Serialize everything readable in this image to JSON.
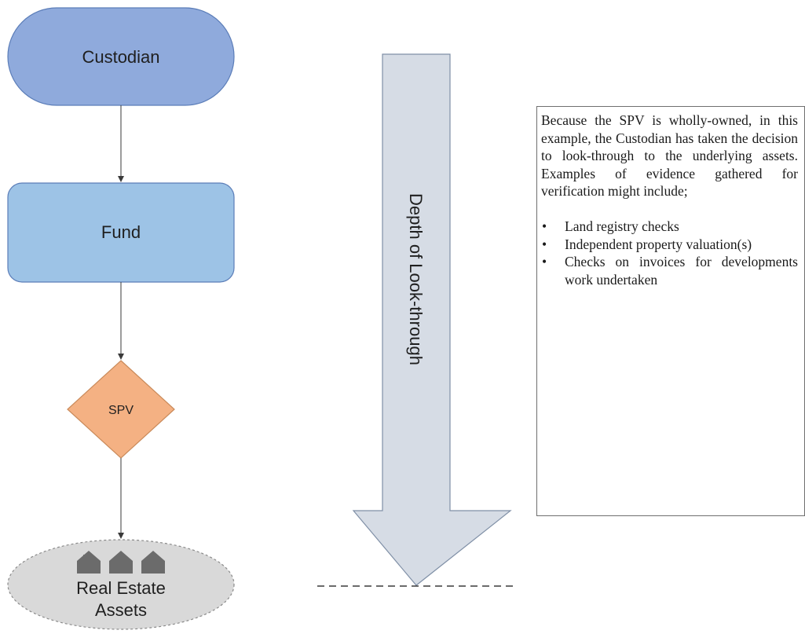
{
  "nodes": {
    "custodian": "Custodian",
    "fund": "Fund",
    "spv": "SPV",
    "assets_line1": "Real Estate",
    "assets_line2": "Assets"
  },
  "arrow_label": "Depth of Look-through",
  "note": {
    "paragraph": "Because the SPV is wholly-owned, in this example, the Custodian has taken the decision to look-through to the underlying assets. Examples of evidence gathered for verification might include;",
    "bullets": [
      "Land registry checks",
      "Independent property valuation(s)",
      "Checks on invoices for developments work undertaken"
    ]
  },
  "icons": [
    "house-icon",
    "house-icon",
    "house-icon"
  ],
  "colors": {
    "custodian_fill": "#8FAADC",
    "fund_fill": "#9DC3E6",
    "spv_fill": "#F4B183",
    "assets_fill": "#D9D9D9",
    "arrow_fill": "#D6DCE5",
    "house_fill": "#6B6B6B"
  }
}
